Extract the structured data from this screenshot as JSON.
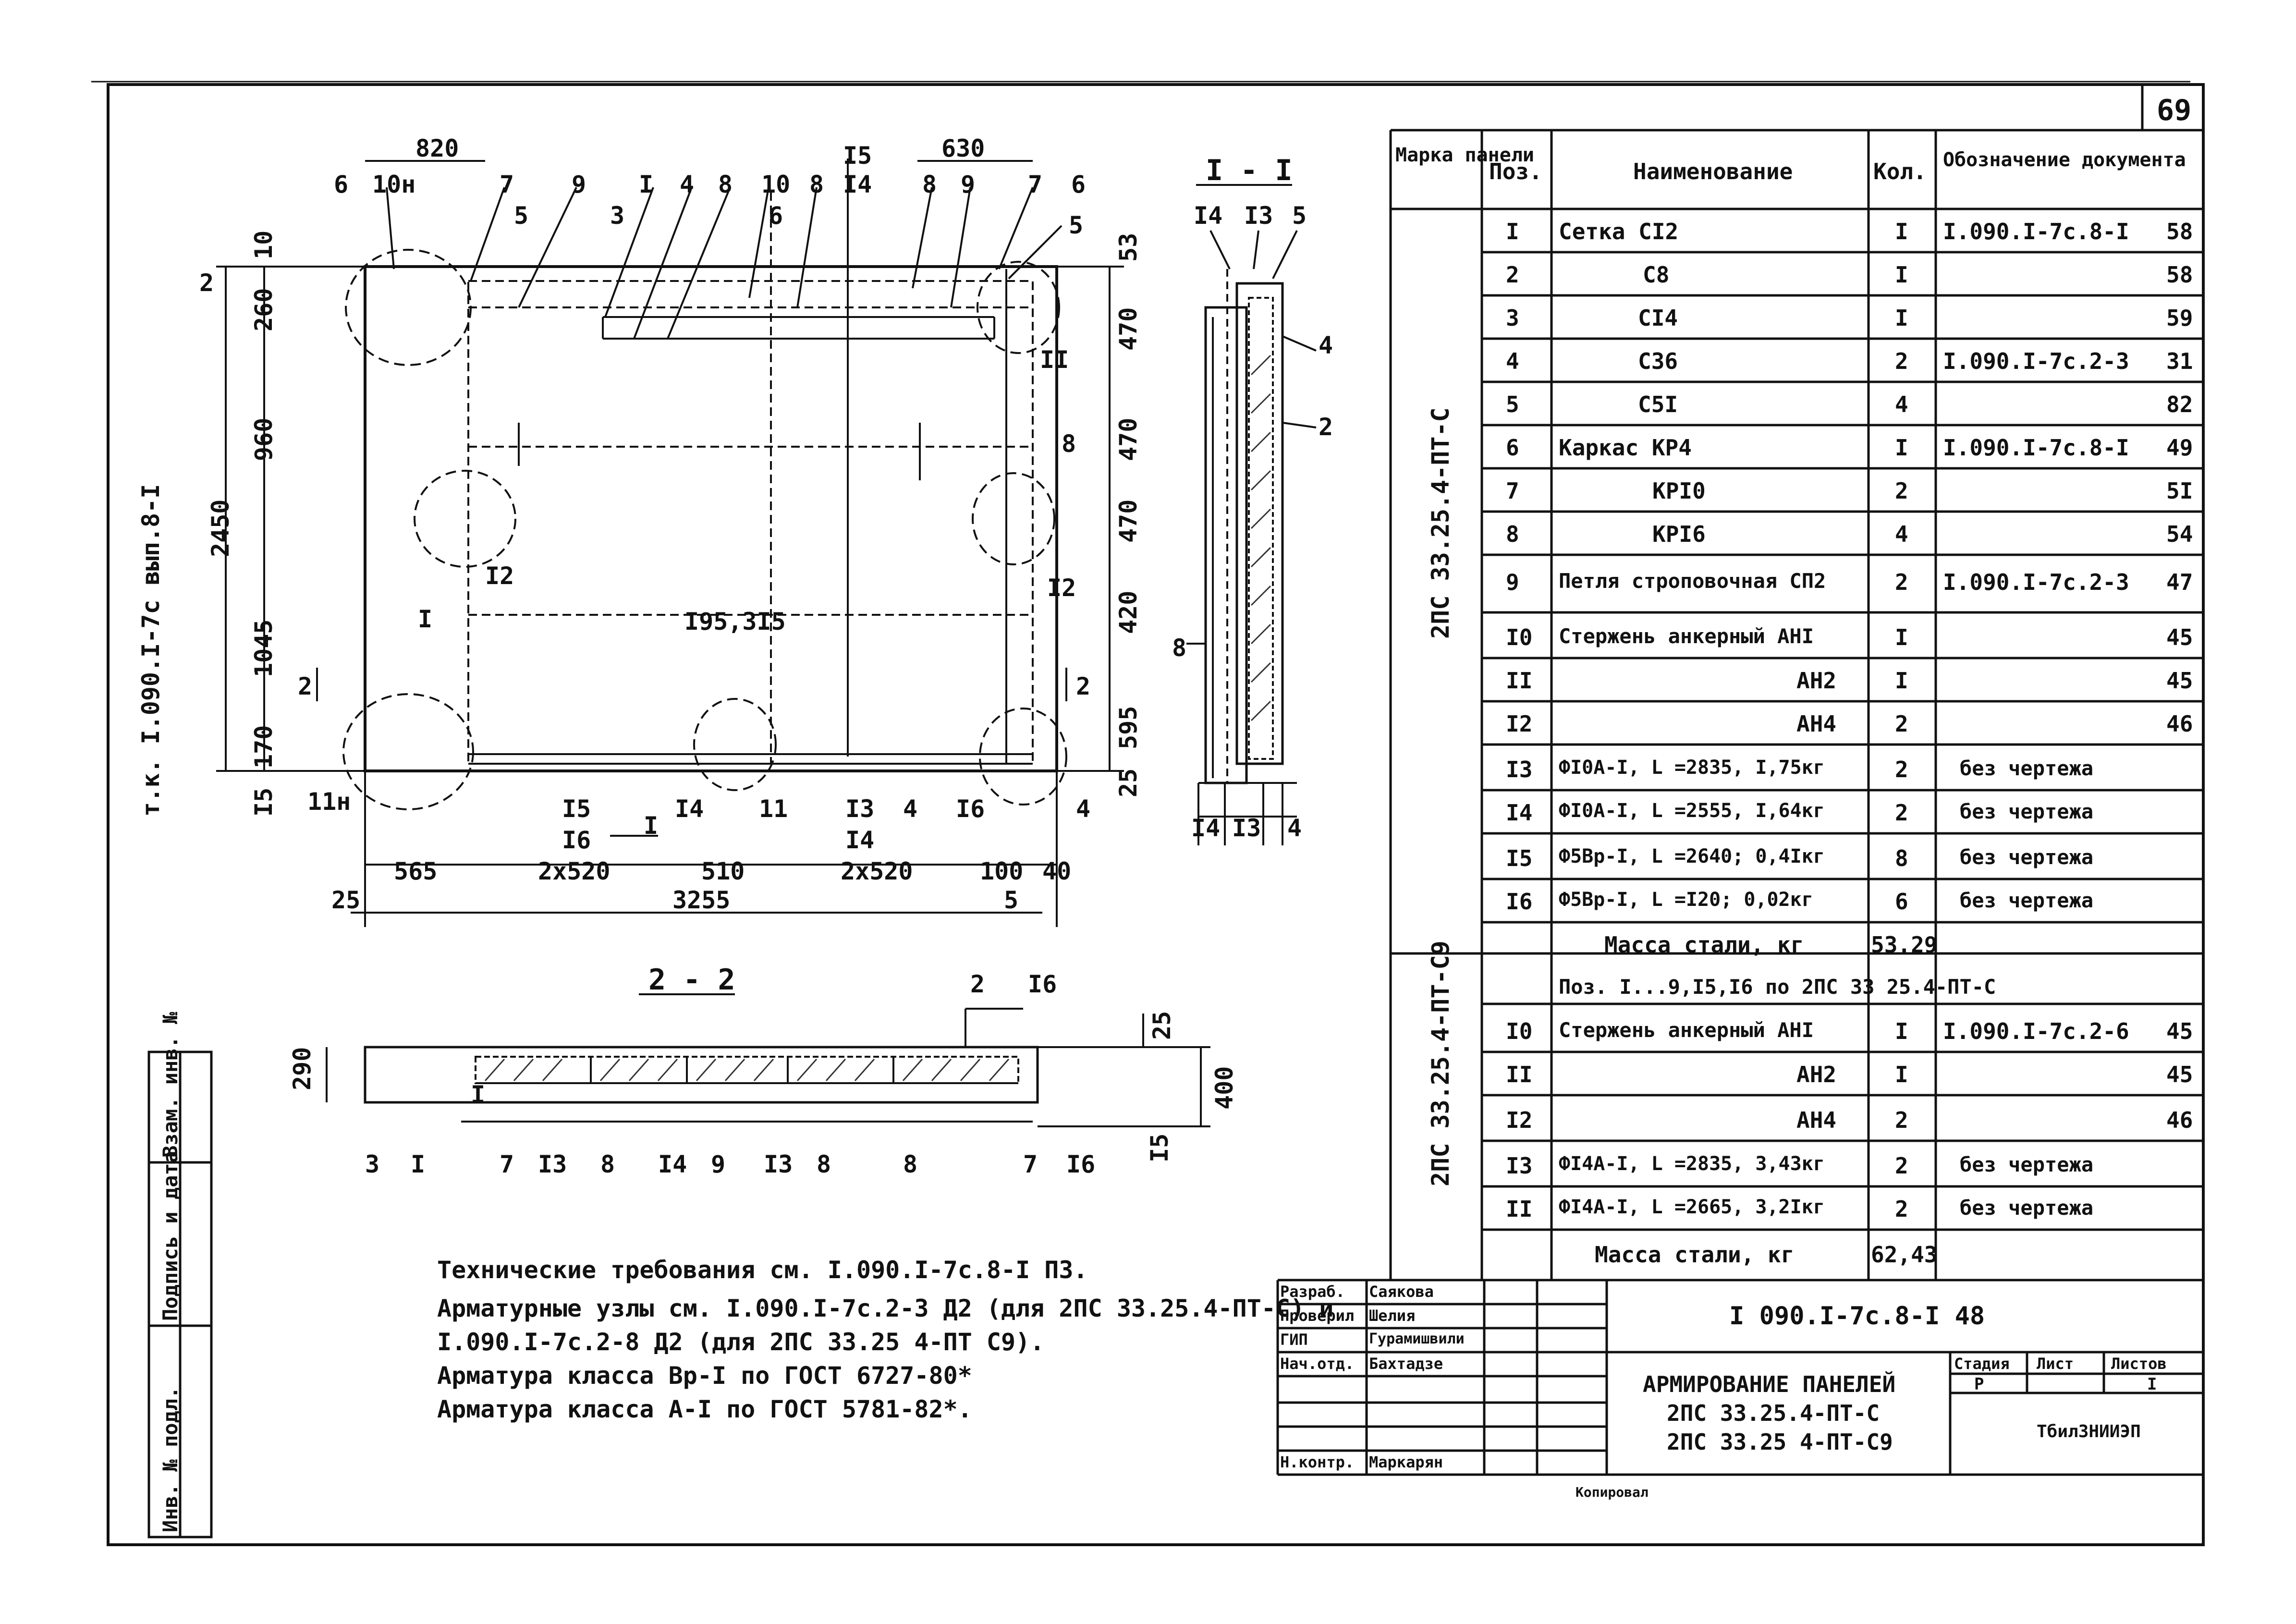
{
  "sheet": {
    "page_number": "69",
    "side_code": "т.к. I.090.I-7с вып.8-I",
    "stamp_bottom": "Копировал"
  },
  "drawing": {
    "section_1": "I - I",
    "section_2": "2 - 2",
    "labels_top": [
      "6",
      "10н",
      "7",
      "9",
      "I",
      "4",
      "8",
      "10",
      "8",
      "I4",
      "8",
      "9",
      "7",
      "6",
      "5",
      "5",
      "3",
      "6",
      "I5"
    ],
    "dims_top": [
      "820",
      "630"
    ],
    "dims_left": [
      "2",
      "260",
      "10",
      "960",
      "2450",
      "1045",
      "170",
      "I5"
    ],
    "dims_right": [
      "53",
      "470",
      "470",
      "470",
      "420",
      "595",
      "25"
    ],
    "dims_bottom": [
      "565",
      "2x520",
      "510",
      "2x520",
      "100",
      "40",
      "25",
      "3255",
      "5"
    ],
    "labels_bottom": [
      "11н",
      "I5",
      "I6",
      "I",
      "I4",
      "11",
      "I3",
      "I4",
      "4",
      "I6",
      "4",
      "2",
      "2"
    ],
    "labels_mid": [
      "I",
      "I2",
      "I95,3I5",
      "8",
      "I2",
      "II"
    ],
    "section1_labels": [
      "I4",
      "I3",
      "5",
      "4",
      "2",
      "8",
      "I4",
      "I3",
      "4"
    ],
    "section2_labels": [
      "290",
      "2",
      "I6",
      "25",
      "400",
      "3",
      "I",
      "7",
      "I3",
      "8",
      "I4",
      "9",
      "I3",
      "8",
      "8",
      "7",
      "I6",
      "I5",
      "I"
    ]
  },
  "notes": {
    "line1": "Технические требования см. I.090.I-7с.8-I ПЗ.",
    "line2": "Арматурные узлы см. I.090.I-7с.2-3 Д2 (для 2ПС 33.25.4-ПТ-С) и",
    "line3": "I.090.I-7с.2-8 Д2 (для 2ПС 33.25 4-ПТ С9).",
    "line4": "Арматура класса Вр-I по ГОСТ 6727-80*",
    "line5": "Арматура класса А-I по ГОСТ 5781-82*."
  },
  "spec_table": {
    "headers": [
      "Марка панели",
      "Поз.",
      "Наименование",
      "Кол.",
      "Обозначение документа"
    ],
    "mark1": "2ПС 33.25.4-ПТ-С",
    "mark2": "2ПС 33.25.4-ПТ-С9",
    "rows": [
      {
        "pos": "I",
        "name": "Сетка СI2",
        "qty": "I",
        "doc": "I.090.I-7с.8-I",
        "page": "58"
      },
      {
        "pos": "2",
        "name": "С8",
        "qty": "I",
        "doc": "",
        "page": "58"
      },
      {
        "pos": "3",
        "name": "СI4",
        "qty": "I",
        "doc": "",
        "page": "59"
      },
      {
        "pos": "4",
        "name": "С36",
        "qty": "2",
        "doc": "I.090.I-7с.2-3",
        "page": "31"
      },
      {
        "pos": "5",
        "name": "С5I",
        "qty": "4",
        "doc": "",
        "page": "82"
      },
      {
        "pos": "6",
        "name": "Каркас КР4",
        "qty": "I",
        "doc": "I.090.I-7с.8-I",
        "page": "49"
      },
      {
        "pos": "7",
        "name": "КРI0",
        "qty": "2",
        "doc": "",
        "page": "5I"
      },
      {
        "pos": "8",
        "name": "КРI6",
        "qty": "4",
        "doc": "",
        "page": "54"
      },
      {
        "pos": "9",
        "name": "Петля строповочная СП2",
        "qty": "2",
        "doc": "I.090.I-7с.2-3",
        "page": "47"
      },
      {
        "pos": "I0",
        "name": "Стержень анкерный АНI",
        "qty": "I",
        "doc": "",
        "page": "45"
      },
      {
        "pos": "II",
        "name": "АН2",
        "qty": "I",
        "doc": "",
        "page": "45"
      },
      {
        "pos": "I2",
        "name": "АН4",
        "qty": "2",
        "doc": "",
        "page": "46"
      },
      {
        "pos": "I3",
        "name": "ФI0А-I, L =2835, I,75кг",
        "qty": "2",
        "doc": "без чертежа",
        "page": ""
      },
      {
        "pos": "I4",
        "name": "ФI0А-I, L =2555, I,64кг",
        "qty": "2",
        "doc": "без чертежа",
        "page": ""
      },
      {
        "pos": "I5",
        "name": "Ф5Вр-I, L =2640; 0,4Iкг",
        "qty": "8",
        "doc": "без чертежа",
        "page": ""
      },
      {
        "pos": "I6",
        "name": "Ф5Вр-I, L =I20; 0,02кг",
        "qty": "6",
        "doc": "без чертежа",
        "page": ""
      },
      {
        "pos": "",
        "name": "Масса стали, кг",
        "qty": "53.29",
        "doc": "",
        "page": ""
      },
      {
        "pos": "",
        "name": "Поз. I...9,I5,I6 по 2ПС 33 25.4-ПТ-С",
        "qty": "",
        "doc": "",
        "page": ""
      },
      {
        "pos": "I0",
        "name": "Стержень анкерный АНI",
        "qty": "I",
        "doc": "I.090.I-7с.2-6",
        "page": "45"
      },
      {
        "pos": "II",
        "name": "АН2",
        "qty": "I",
        "doc": "",
        "page": "45"
      },
      {
        "pos": "I2",
        "name": "АН4",
        "qty": "2",
        "doc": "",
        "page": "46"
      },
      {
        "pos": "I3",
        "name": "ФI4А-I, L =2835, 3,43кг",
        "qty": "2",
        "doc": "без чертежа",
        "page": ""
      },
      {
        "pos": "II",
        "name": "ФI4А-I, L =2665, 3,2Iкг",
        "qty": "2",
        "doc": "без чертежа",
        "page": ""
      },
      {
        "pos": "",
        "name": "Масса стали, кг",
        "qty": "62,43",
        "doc": "",
        "page": ""
      }
    ]
  },
  "title_block": {
    "doc_code": "I 090.I-7с.8-I 48",
    "title1": "АРМИРОВАНИЕ ПАНЕЛЕЙ",
    "title2": "2ПС 33.25.4-ПТ-С",
    "title3": "2ПС 33.25 4-ПТ-С9",
    "stage_h": "Стадия",
    "sheet_h": "Лист",
    "sheets_h": "Листов",
    "stage": "Р",
    "sheets": "I",
    "org": "ТбилЗНИИЭП",
    "roles": [
      {
        "role": "Разраб.",
        "name": "Саякова"
      },
      {
        "role": "Проверил",
        "name": "Шелия"
      },
      {
        "role": "ГИП",
        "name": "Гурамишвили"
      },
      {
        "role": "Нач.отд.",
        "name": "Бахтадзе"
      },
      {
        "role": "",
        "name": ""
      },
      {
        "role": "",
        "name": ""
      },
      {
        "role": "Н.контр.",
        "name": "Маркарян"
      }
    ]
  },
  "left_strip": [
    "Инв. № подл.",
    "Подпись и дата",
    "Взам. инв. №"
  ]
}
